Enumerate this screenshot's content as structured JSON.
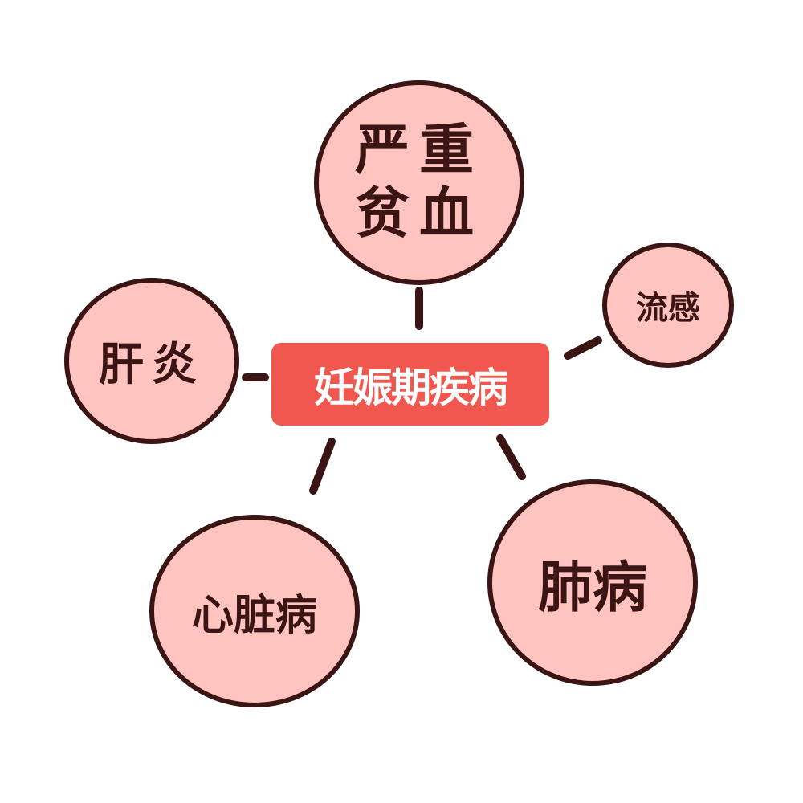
{
  "center": {
    "label": "妊娠期疾病"
  },
  "nodes": {
    "anemia": {
      "label": "严重贫血"
    },
    "flu": {
      "label": "流感"
    },
    "hepatitis": {
      "label": "肝炎"
    },
    "heart": {
      "label": "心脏病"
    },
    "lung": {
      "label": "肺病"
    }
  },
  "colors": {
    "center_fill": "#f0584f",
    "center_text": "#ffffff",
    "node_fill": "#ffc4c0",
    "node_border": "#3a1513",
    "connector": "#3a1513",
    "background": "#ffffff"
  }
}
